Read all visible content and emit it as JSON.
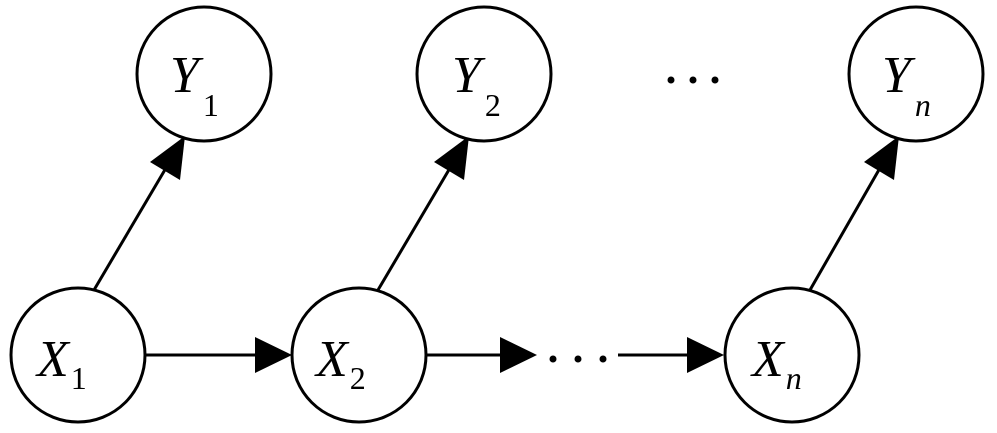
{
  "diagram": {
    "nodes": {
      "x1": {
        "letter": "X",
        "sub": "1"
      },
      "x2": {
        "letter": "X",
        "sub": "2"
      },
      "xn": {
        "letter": "X",
        "sub": "n"
      },
      "y1": {
        "letter": "Y",
        "sub": "1"
      },
      "y2": {
        "letter": "Y",
        "sub": "2"
      },
      "yn": {
        "letter": "Y",
        "sub": "n"
      }
    },
    "edges": [
      {
        "from": "x1",
        "to": "x2"
      },
      {
        "from": "x2",
        "to": "ellipsis-bottom"
      },
      {
        "from": "ellipsis-bottom",
        "to": "xn"
      },
      {
        "from": "x1",
        "to": "y1"
      },
      {
        "from": "x2",
        "to": "y2"
      },
      {
        "from": "xn",
        "to": "yn"
      }
    ]
  }
}
